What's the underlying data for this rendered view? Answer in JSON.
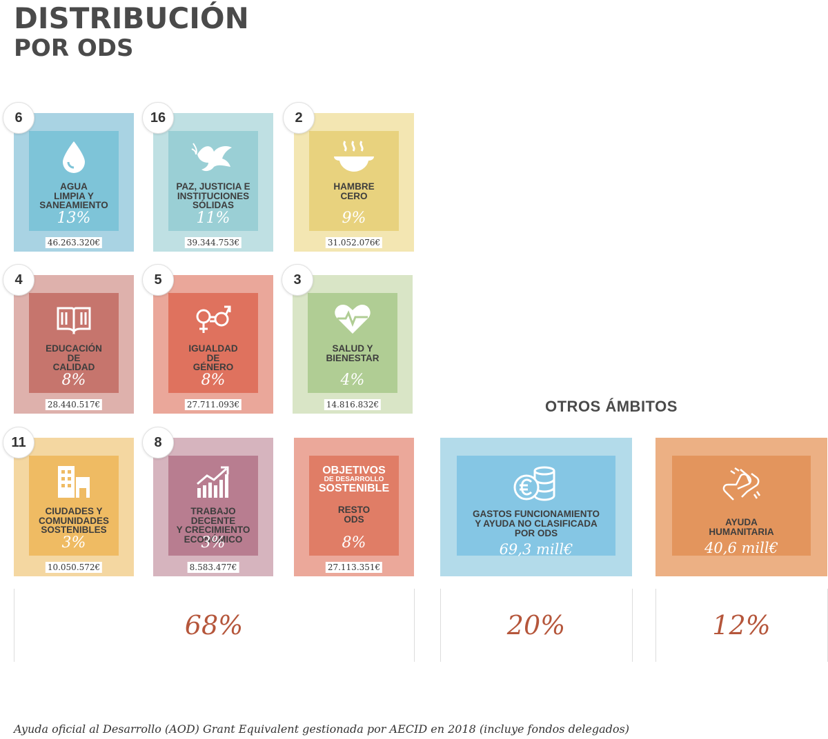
{
  "header": {
    "title": "DISTRIBUCIÓN",
    "subtitle": "POR ODS"
  },
  "chart_data": {
    "type": "table",
    "ods": [
      {
        "number": "6",
        "name": "AGUA\nLIMPIA Y\nSANEAMIENTO",
        "percent": "13%",
        "amount": "46.263.320€",
        "icon": "water-drop-icon",
        "outer_color": "#a9d3e3",
        "inner_color": "#7ec4d8"
      },
      {
        "number": "16",
        "name": "PAZ, JUSTICIA E\nINSTITUCIONES\nSÓLIDAS",
        "percent": "11%",
        "amount": "39.344.753€",
        "icon": "dove-icon",
        "outer_color": "#bfe0e3",
        "inner_color": "#9acfd5"
      },
      {
        "number": "2",
        "name": "HAMBRE\nCERO",
        "percent": "9%",
        "amount": "31.052.076€",
        "icon": "bowl-icon",
        "outer_color": "#f3e6b2",
        "inner_color": "#e8d27e"
      },
      {
        "number": "4",
        "name": "EDUCACIÓN\nDE\nCALIDAD",
        "percent": "8%",
        "amount": "28.440.517€",
        "icon": "book-icon",
        "outer_color": "#deb1ac",
        "inner_color": "#c6756d"
      },
      {
        "number": "5",
        "name": "IGUALDAD\nDE\nGÉNERO",
        "percent": "8%",
        "amount": "27.711.093€",
        "icon": "gender-equality-icon",
        "outer_color": "#eaa79a",
        "inner_color": "#df725e"
      },
      {
        "number": "3",
        "name": "SALUD Y\nBIENESTAR",
        "percent": "4%",
        "amount": "14.816.832€",
        "icon": "heart-pulse-icon",
        "outer_color": "#d9e5c6",
        "inner_color": "#b0cd94"
      },
      {
        "number": "11",
        "name": "CIUDADES Y\nCOMUNIDADES\nSOSTENIBLES",
        "percent": "3%",
        "amount": "10.050.572€",
        "icon": "city-icon",
        "outer_color": "#f4d7a1",
        "inner_color": "#efbb63"
      },
      {
        "number": "8",
        "name": "TRABAJO DECENTE\nY CRECIMIENTO\nECONÓMICO",
        "percent": "3%",
        "amount": "8.583.477€",
        "icon": "growth-chart-icon",
        "outer_color": "#d6b4be",
        "inner_color": "#b87d90"
      },
      {
        "number": "",
        "name": "RESTO\nODS",
        "percent": "8%",
        "amount": "27.113.351€",
        "icon": "sdg-logo-icon",
        "logo": [
          "OBJETIVOS",
          "DE DESARROLLO",
          "SOSTENIBLE"
        ],
        "outer_color": "#eba89a",
        "inner_color": "#e07d66"
      }
    ],
    "otros": {
      "title": "OTROS ÁMBITOS",
      "items": [
        {
          "name": "GASTOS FUNCIONAMIENTO\nY AYUDA NO CLASIFICADA\nPOR ODS",
          "value": "69,3 mill€",
          "icon": "euro-coins-icon",
          "outer_color": "#b3dbea",
          "inner_color": "#85c6e4"
        },
        {
          "name": "AYUDA\nHUMANITARIA",
          "value": "40,6 mill€",
          "icon": "helping-hands-icon",
          "outer_color": "#ecb084",
          "inner_color": "#e3955d"
        }
      ]
    },
    "summary": [
      "68%",
      "20%",
      "12%"
    ]
  },
  "footnote": "Ayuda oficial al Desarrollo (AOD) Grant Equivalent gestionada por AECID en 2018 (incluye fondos delegados)"
}
